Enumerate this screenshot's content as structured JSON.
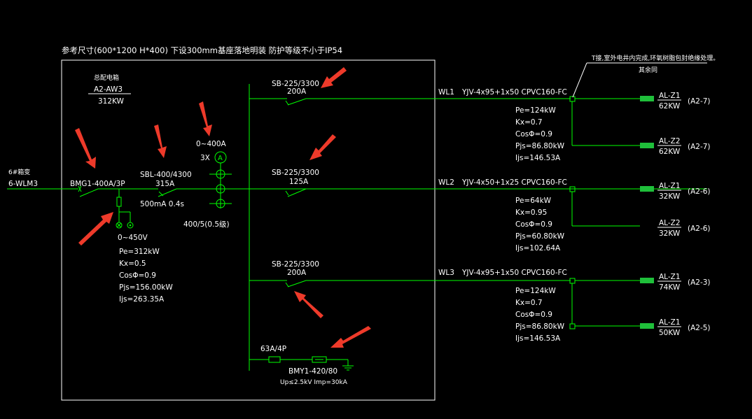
{
  "cabinet": {
    "note": "参考尺寸(600*1200 H*400) 下设300mm基座落地明装  防护等级不小于IP54",
    "title": "总配电箱",
    "code": "A2-AW3",
    "power": "312KW"
  },
  "incoming": {
    "label1": "6#箱变",
    "label2": "6-WLM3",
    "breaker": "BMG1-400A/3P",
    "rcd": "SBL-400/4300",
    "rcd_rating": "315A",
    "leakage": "500mA 0.4s",
    "ammeter_range": "0~400A",
    "ammeter_count": "3X",
    "ammeter_symbol": "A",
    "ct": "400/5(0.5级)",
    "voltmeter_range": "0~450V",
    "params": [
      "Pe=312kW",
      "Kx=0.5",
      "CosΦ=0.9",
      "Pjs=156.00kW",
      "Ijs=263.35A"
    ]
  },
  "right_note": {
    "line1": "T接,室外电井内完成,环氧树脂包封绝缘处理。",
    "line2": "其余同"
  },
  "branches": [
    {
      "switch": "SB-225/3300",
      "rating": "200A",
      "wl": "WL1",
      "cable": "YJV-4x95+1x50  CPVC160-FC",
      "params": [
        "Pe=124kW",
        "Kx=0.7",
        "CosΦ=0.9",
        "Pjs=86.80kW",
        "Ijs=146.53A"
      ],
      "loads": [
        {
          "name": "AL-Z1",
          "power": "62KW",
          "ref": "(A2-7)"
        },
        {
          "name": "AL-Z2",
          "power": "62KW",
          "ref": "(A2-7)"
        }
      ]
    },
    {
      "switch": "SB-225/3300",
      "rating": "125A",
      "wl": "WL2",
      "cable": "YJV-4x50+1x25  CPVC160-FC",
      "params": [
        "Pe=64kW",
        "Kx=0.95",
        "CosΦ=0.9",
        "Pjs=60.80kW",
        "Ijs=102.64A"
      ],
      "loads": [
        {
          "name": "AL-Z1",
          "power": "32KW",
          "ref": "(A2-6)"
        },
        {
          "name": "AL-Z2",
          "power": "32KW",
          "ref": "(A2-6)"
        }
      ]
    },
    {
      "switch": "SB-225/3300",
      "rating": "200A",
      "wl": "WL3",
      "cable": "YJV-4x95+1x50  CPVC160-FC",
      "params": [
        "Pe=124kW",
        "Kx=0.7",
        "CosΦ=0.9",
        "Pjs=86.80kW",
        "Ijs=146.53A"
      ],
      "loads": [
        {
          "name": "AL-Z1",
          "power": "74KW",
          "ref": "(A2-3)"
        },
        {
          "name": "AL-Z1",
          "power": "50KW",
          "ref": "(A2-5)"
        }
      ]
    }
  ],
  "spd": {
    "fuse": "63A/4P",
    "model": "BMY1-420/80",
    "spec": "Up≤2.5kV  Imp=30kA"
  },
  "colors": {
    "line": "#00ff00",
    "text": "#ffffff",
    "annotation_arrow": "#ee3a2a",
    "background": "#000000"
  }
}
